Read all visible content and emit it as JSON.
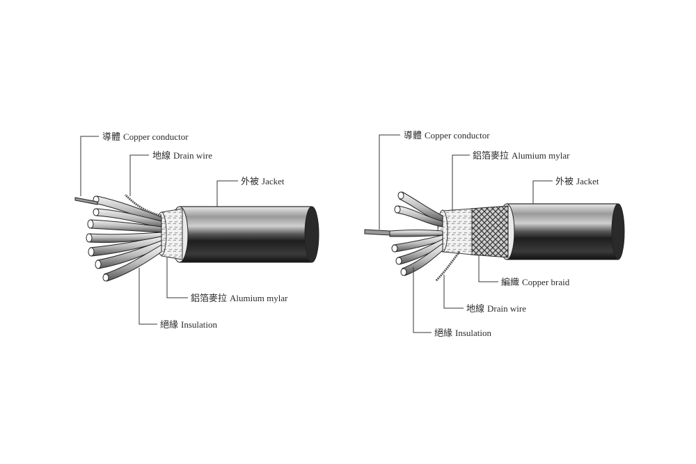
{
  "cable_left": {
    "labels": {
      "conductor": {
        "zh": "導體",
        "en": "Copper conductor"
      },
      "drain_wire": {
        "zh": "地線",
        "en": "Drain wire"
      },
      "jacket": {
        "zh": "外被",
        "en": "Jacket"
      },
      "mylar": {
        "zh": "鋁箔麥拉",
        "en": "Alumium mylar"
      },
      "insulation": {
        "zh": "絕緣",
        "en": "Insulation"
      }
    }
  },
  "cable_right": {
    "labels": {
      "conductor": {
        "zh": "導體",
        "en": "Copper conductor"
      },
      "mylar": {
        "zh": "鋁箔麥拉",
        "en": "Alumium mylar"
      },
      "jacket": {
        "zh": "外被",
        "en": "Jacket"
      },
      "braid": {
        "zh": "編織",
        "en": "Copper braid"
      },
      "drain_wire": {
        "zh": "地線",
        "en": "Drain wire"
      },
      "insulation": {
        "zh": "絕緣",
        "en": "Insulation"
      }
    }
  },
  "colors": {
    "line": "#333333",
    "jacket_dark": "#2b2b2b",
    "jacket_light": "#dcdcdc"
  }
}
